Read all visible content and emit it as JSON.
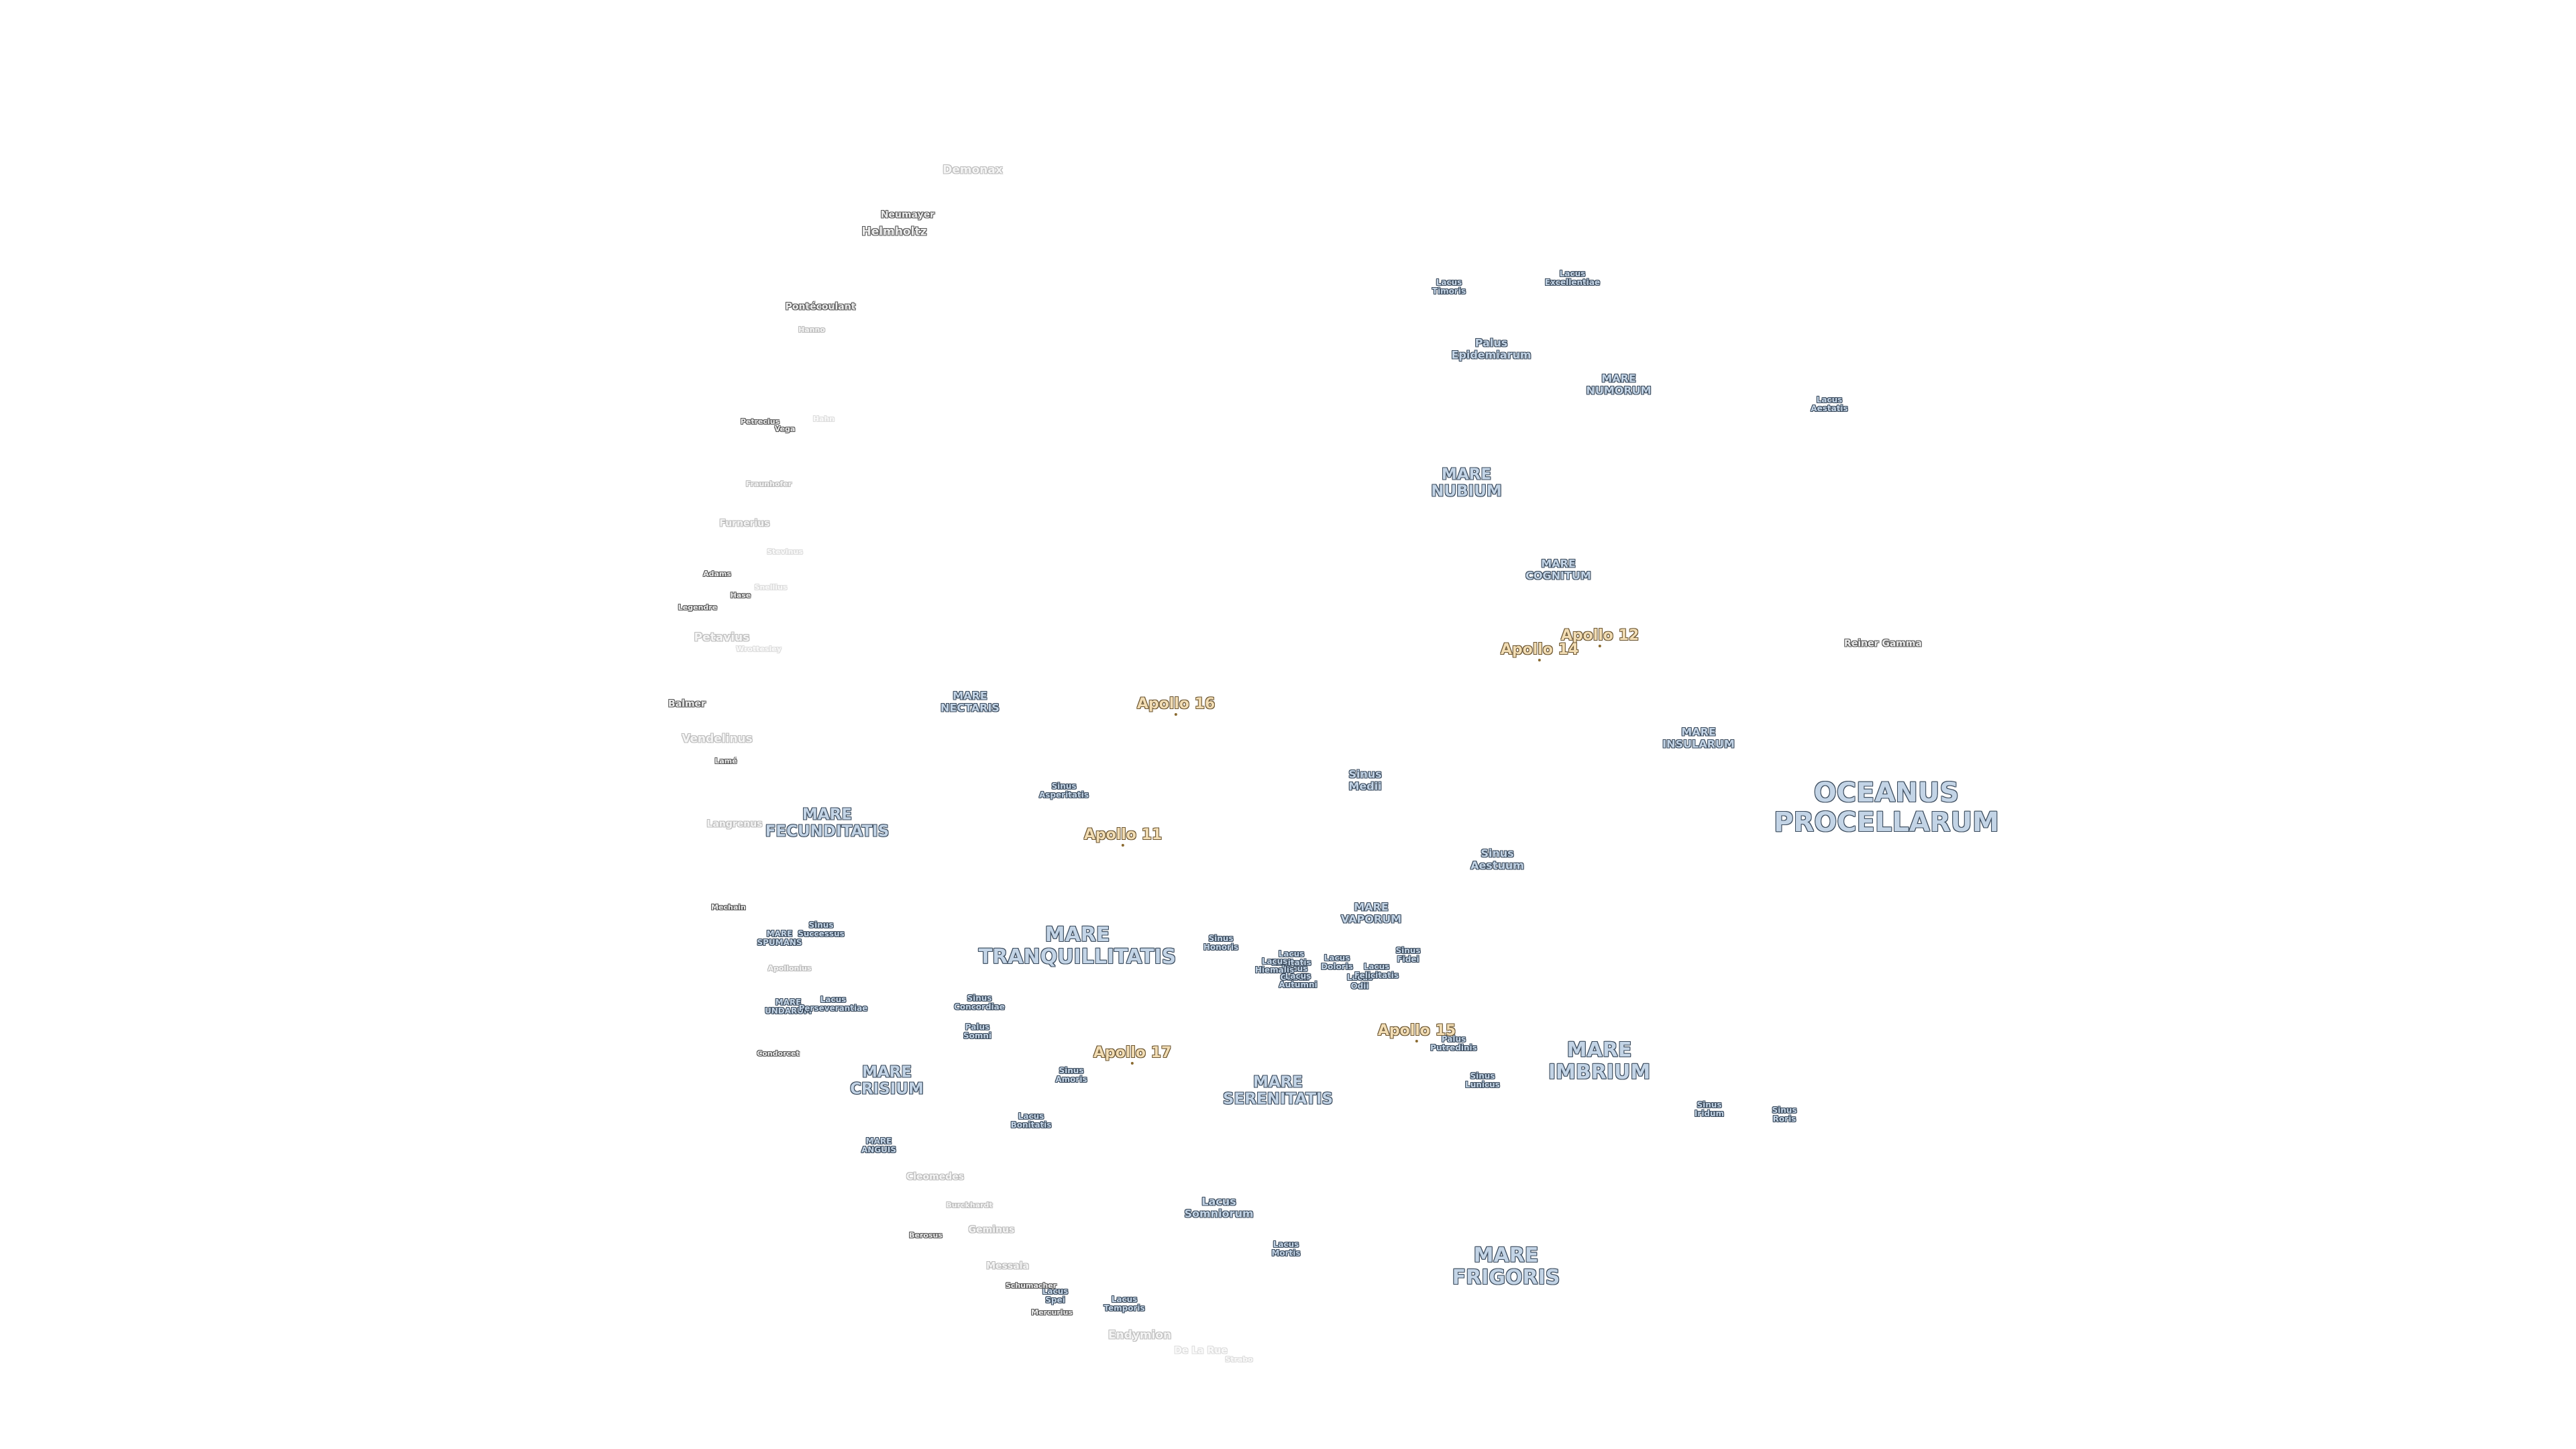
{
  "maria": [
    {
      "name": "OCEANUS\nPROCELLARUM",
      "size": "xl"
    },
    {
      "name": "MARE\nFRIGORIS",
      "size": "l"
    },
    {
      "name": "MARE\nIMBRIUM",
      "size": "l"
    },
    {
      "name": "MARE\nSERENITATIS",
      "size": "m"
    },
    {
      "name": "MARE\nTRANQUILLITATIS",
      "size": "l"
    },
    {
      "name": "MARE\nFECUNDITATIS",
      "size": "m"
    },
    {
      "name": "MARE\nCRISIUM",
      "size": "m"
    },
    {
      "name": "MARE\nNUBIUM",
      "size": "m"
    },
    {
      "name": "MARE\nINSULARUM",
      "size": "s"
    },
    {
      "name": "MARE\nNUMORUM",
      "size": "s"
    },
    {
      "name": "MARE\nCOGNITUM",
      "size": "s"
    },
    {
      "name": "MARE\nNECTARIS",
      "size": "s"
    },
    {
      "name": "MARE\nVAPORUM",
      "size": "s"
    },
    {
      "name": "Lacus\nSomniorum",
      "size": "s"
    },
    {
      "name": "Sinus\nAestuum",
      "size": "s"
    },
    {
      "name": "Sinus\nMedii",
      "size": "s"
    },
    {
      "name": "Palus\nEpidemiarum",
      "size": "s"
    },
    {
      "name": "Sinus\nIridum",
      "size": "xs"
    },
    {
      "name": "Sinus\nRoris",
      "size": "xs"
    },
    {
      "name": "Sinus\nAsperitatis",
      "size": "xs"
    },
    {
      "name": "Sinus\nConcordiae",
      "size": "xs"
    },
    {
      "name": "Palus\nSomni",
      "size": "xs"
    },
    {
      "name": "Sinus\nAmoris",
      "size": "xs"
    },
    {
      "name": "Lacus\nBonitatis",
      "size": "xs"
    },
    {
      "name": "MARE\nANGUIS",
      "size": "xs"
    },
    {
      "name": "Lacus\nTemporis",
      "size": "xs"
    },
    {
      "name": "Lacus\nMortis",
      "size": "xs"
    },
    {
      "name": "Lacus\nTimoris",
      "size": "xs"
    },
    {
      "name": "Lacus\nExcellentiae",
      "size": "xs"
    },
    {
      "name": "Lacus\nAestatis",
      "size": "xs"
    },
    {
      "name": "Palus\nPutredinis",
      "size": "xs"
    },
    {
      "name": "Sinus\nLunicus",
      "size": "xs"
    },
    {
      "name": "Sinus\nFidei",
      "size": "xs"
    },
    {
      "name": "Sinus\nHonoris",
      "size": "xs"
    },
    {
      "name": "MARE\nSPUMANS",
      "size": "xs"
    },
    {
      "name": "MARE\nUNDARUM",
      "size": "xs"
    },
    {
      "name": "Sinus\nSuccessus",
      "size": "xs"
    },
    {
      "name": "Lacus\nPerseverantiae",
      "size": "xs"
    },
    {
      "name": "Lacus\nSpei",
      "size": "xs"
    },
    {
      "name": "Lacus\nLenitatis",
      "size": "xs"
    },
    {
      "name": "Lacus\nDoloris",
      "size": "xs"
    },
    {
      "name": "Lacus\nGaudii",
      "size": "xs"
    },
    {
      "name": "Lacus\nOdii",
      "size": "xs"
    },
    {
      "name": "Lacus\nFelicitatis",
      "size": "xs"
    },
    {
      "name": "Lacus\nHiemalis",
      "size": "xs"
    },
    {
      "name": "Lacus\nAutumni",
      "size": "xs"
    }
  ],
  "craters": [
    {
      "name": "Demonax",
      "size": "m",
      "style": "faint"
    },
    {
      "name": "Neumayer",
      "size": "s",
      "style": "normal"
    },
    {
      "name": "Helmholtz",
      "size": "m",
      "style": "normal"
    },
    {
      "name": "Pontécoulant",
      "size": "s",
      "style": "normal"
    },
    {
      "name": "Hanno",
      "size": "xs",
      "style": "faint"
    },
    {
      "name": "Petrecius",
      "size": "xs",
      "style": "normal"
    },
    {
      "name": "Vega",
      "size": "xs",
      "style": "normal"
    },
    {
      "name": "Hahn",
      "size": "xs",
      "style": "ghost"
    },
    {
      "name": "Fraunhofer",
      "size": "xs",
      "style": "faint"
    },
    {
      "name": "Furnerius",
      "size": "s",
      "style": "faint"
    },
    {
      "name": "Stevinus",
      "size": "xs",
      "style": "ghost"
    },
    {
      "name": "Adams",
      "size": "xs",
      "style": "normal"
    },
    {
      "name": "Hase",
      "size": "xs",
      "style": "normal"
    },
    {
      "name": "Snellius",
      "size": "xs",
      "style": "ghost"
    },
    {
      "name": "Legendre",
      "size": "xs",
      "style": "normal"
    },
    {
      "name": "Petavius",
      "size": "m",
      "style": "faint"
    },
    {
      "name": "Wrottesley",
      "size": "xs",
      "style": "ghost"
    },
    {
      "name": "Balmer",
      "size": "s",
      "style": "normal"
    },
    {
      "name": "Vendelinus",
      "size": "m",
      "style": "faint"
    },
    {
      "name": "Lamé",
      "size": "xs",
      "style": "normal"
    },
    {
      "name": "Langrenus",
      "size": "s",
      "style": "faint"
    },
    {
      "name": "Mechain",
      "size": "xs",
      "style": "normal"
    },
    {
      "name": "Apollonius",
      "size": "xs",
      "style": "faint"
    },
    {
      "name": "Condorcet",
      "size": "xs",
      "style": "normal"
    },
    {
      "name": "Cleomedes",
      "size": "s",
      "style": "faint"
    },
    {
      "name": "Burckhardt",
      "size": "xs",
      "style": "faint"
    },
    {
      "name": "Geminus",
      "size": "s",
      "style": "faint"
    },
    {
      "name": "Berosus",
      "size": "xs",
      "style": "normal"
    },
    {
      "name": "Messala",
      "size": "s",
      "style": "faint"
    },
    {
      "name": "Schumacher",
      "size": "xs",
      "style": "normal"
    },
    {
      "name": "Mercurius",
      "size": "xs",
      "style": "normal"
    },
    {
      "name": "Endymion",
      "size": "m",
      "style": "faint"
    },
    {
      "name": "De La Rue",
      "size": "s",
      "style": "ghost"
    },
    {
      "name": "Strabo",
      "size": "xs",
      "style": "ghost"
    },
    {
      "name": "Reiner Gamma",
      "size": "s",
      "style": "normal"
    }
  ],
  "apollo": [
    {
      "name": "Apollo 11"
    },
    {
      "name": "Apollo 12"
    },
    {
      "name": "Apollo 14"
    },
    {
      "name": "Apollo 15"
    },
    {
      "name": "Apollo 16"
    },
    {
      "name": "Apollo 17"
    }
  ]
}
